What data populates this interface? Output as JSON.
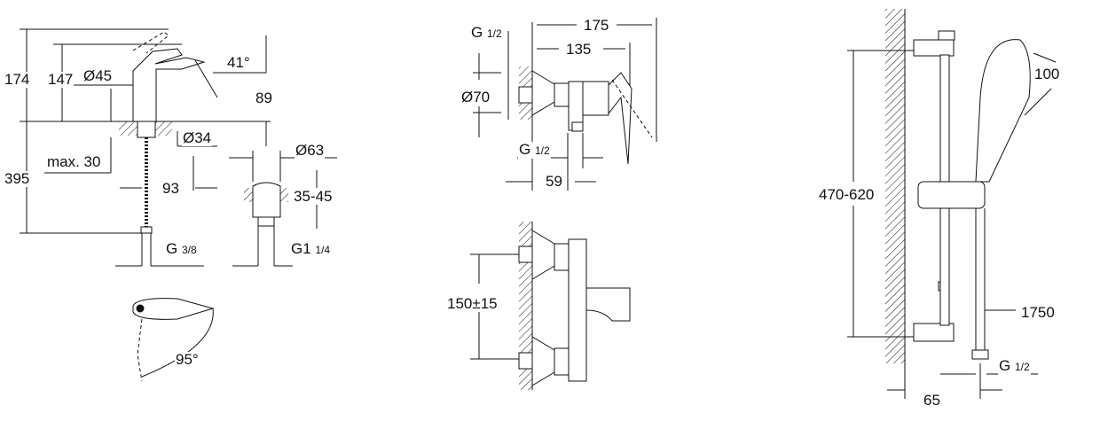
{
  "basin_mixer": {
    "height_total": "174",
    "height_spout": "147",
    "spout_diameter": "Ø45",
    "spout_angle": "41°",
    "outlet_height": "89",
    "hole_diameter": "Ø34",
    "max_thickness": "max. 30",
    "hose_length": "395",
    "projection": "93",
    "hose_thread": {
      "main": "G",
      "fraction": "3/8"
    },
    "swivel_angle": "95°"
  },
  "waste": {
    "diameter": "Ø63",
    "thickness": "35-45",
    "thread": {
      "main": "G1",
      "fraction": "1/4"
    }
  },
  "shower_mixer": {
    "inlet_thread_top": {
      "main": "G",
      "fraction": "1/2"
    },
    "depth_total": "175",
    "depth_body": "135",
    "escutcheon_diameter": "Ø70",
    "outlet_thread": {
      "main": "G",
      "fraction": "1/2"
    },
    "outlet_offset": "59",
    "centres": "150±15"
  },
  "shower_rail": {
    "bracket_spacing": "470-620",
    "head_diameter": "100",
    "hose_length": "1750",
    "hose_thread": {
      "main": "G",
      "fraction": "1/2"
    },
    "wall_offset": "65"
  }
}
